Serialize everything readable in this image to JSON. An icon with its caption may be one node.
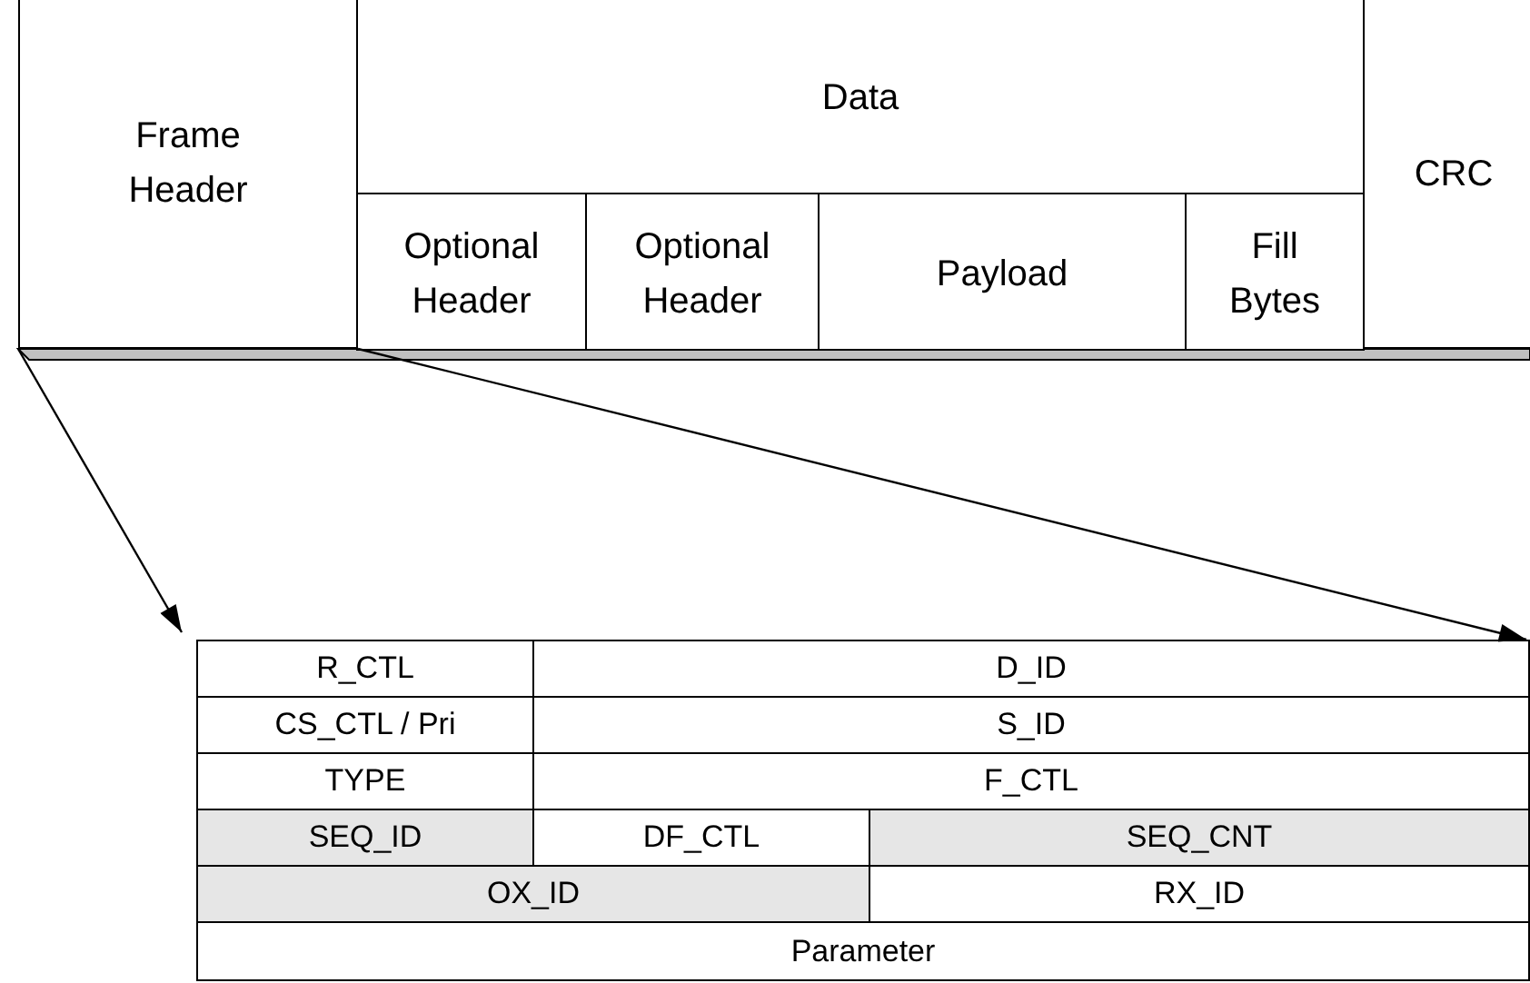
{
  "diagram": {
    "nodes": [
      {
        "text": [
          "Frame Header"
        ]
      },
      {
        "text": [
          "Data"
        ]
      },
      {
        "text": [
          "Optional Header"
        ],
        "in": 1
      },
      {
        "text": [
          "Optional Header"
        ],
        "in": 1
      },
      {
        "text": [
          "Payload"
        ],
        "in": 1
      },
      {
        "text": [
          "Fill Bytes"
        ],
        "in": 1
      },
      {
        "text": [
          "CRC"
        ]
      },
      {
        "text": [],
        "shape": "box"
      },
      {
        "text": [
          "R_CTL"
        ],
        "in": 7
      },
      {
        "text": [
          "D_ID"
        ],
        "in": 7
      },
      {
        "text": [
          "CS_CTL / Pri"
        ],
        "in": 7
      },
      {
        "text": [
          "S_ID"
        ],
        "in": 7
      },
      {
        "text": [
          "TYPE"
        ],
        "in": 7
      },
      {
        "text": [
          "F_CTL"
        ],
        "in": 7
      },
      {
        "text": [
          "SEQ_ID"
        ],
        "in": 7
      },
      {
        "text": [
          "DF_CTL"
        ],
        "in": 7
      },
      {
        "text": [
          "SEQ_CNT"
        ],
        "in": 7
      },
      {
        "text": [
          "OX_ID"
        ],
        "in": 7
      },
      {
        "text": [
          "RX_ID"
        ],
        "in": 7
      },
      {
        "text": [
          "Parameter"
        ],
        "in": 7
      }
    ],
    "edges": [
      {
        "from": 0,
        "to": 7,
        "arrow": "to"
      },
      {
        "from": 0,
        "to": 7,
        "arrow": "to"
      }
    ]
  }
}
